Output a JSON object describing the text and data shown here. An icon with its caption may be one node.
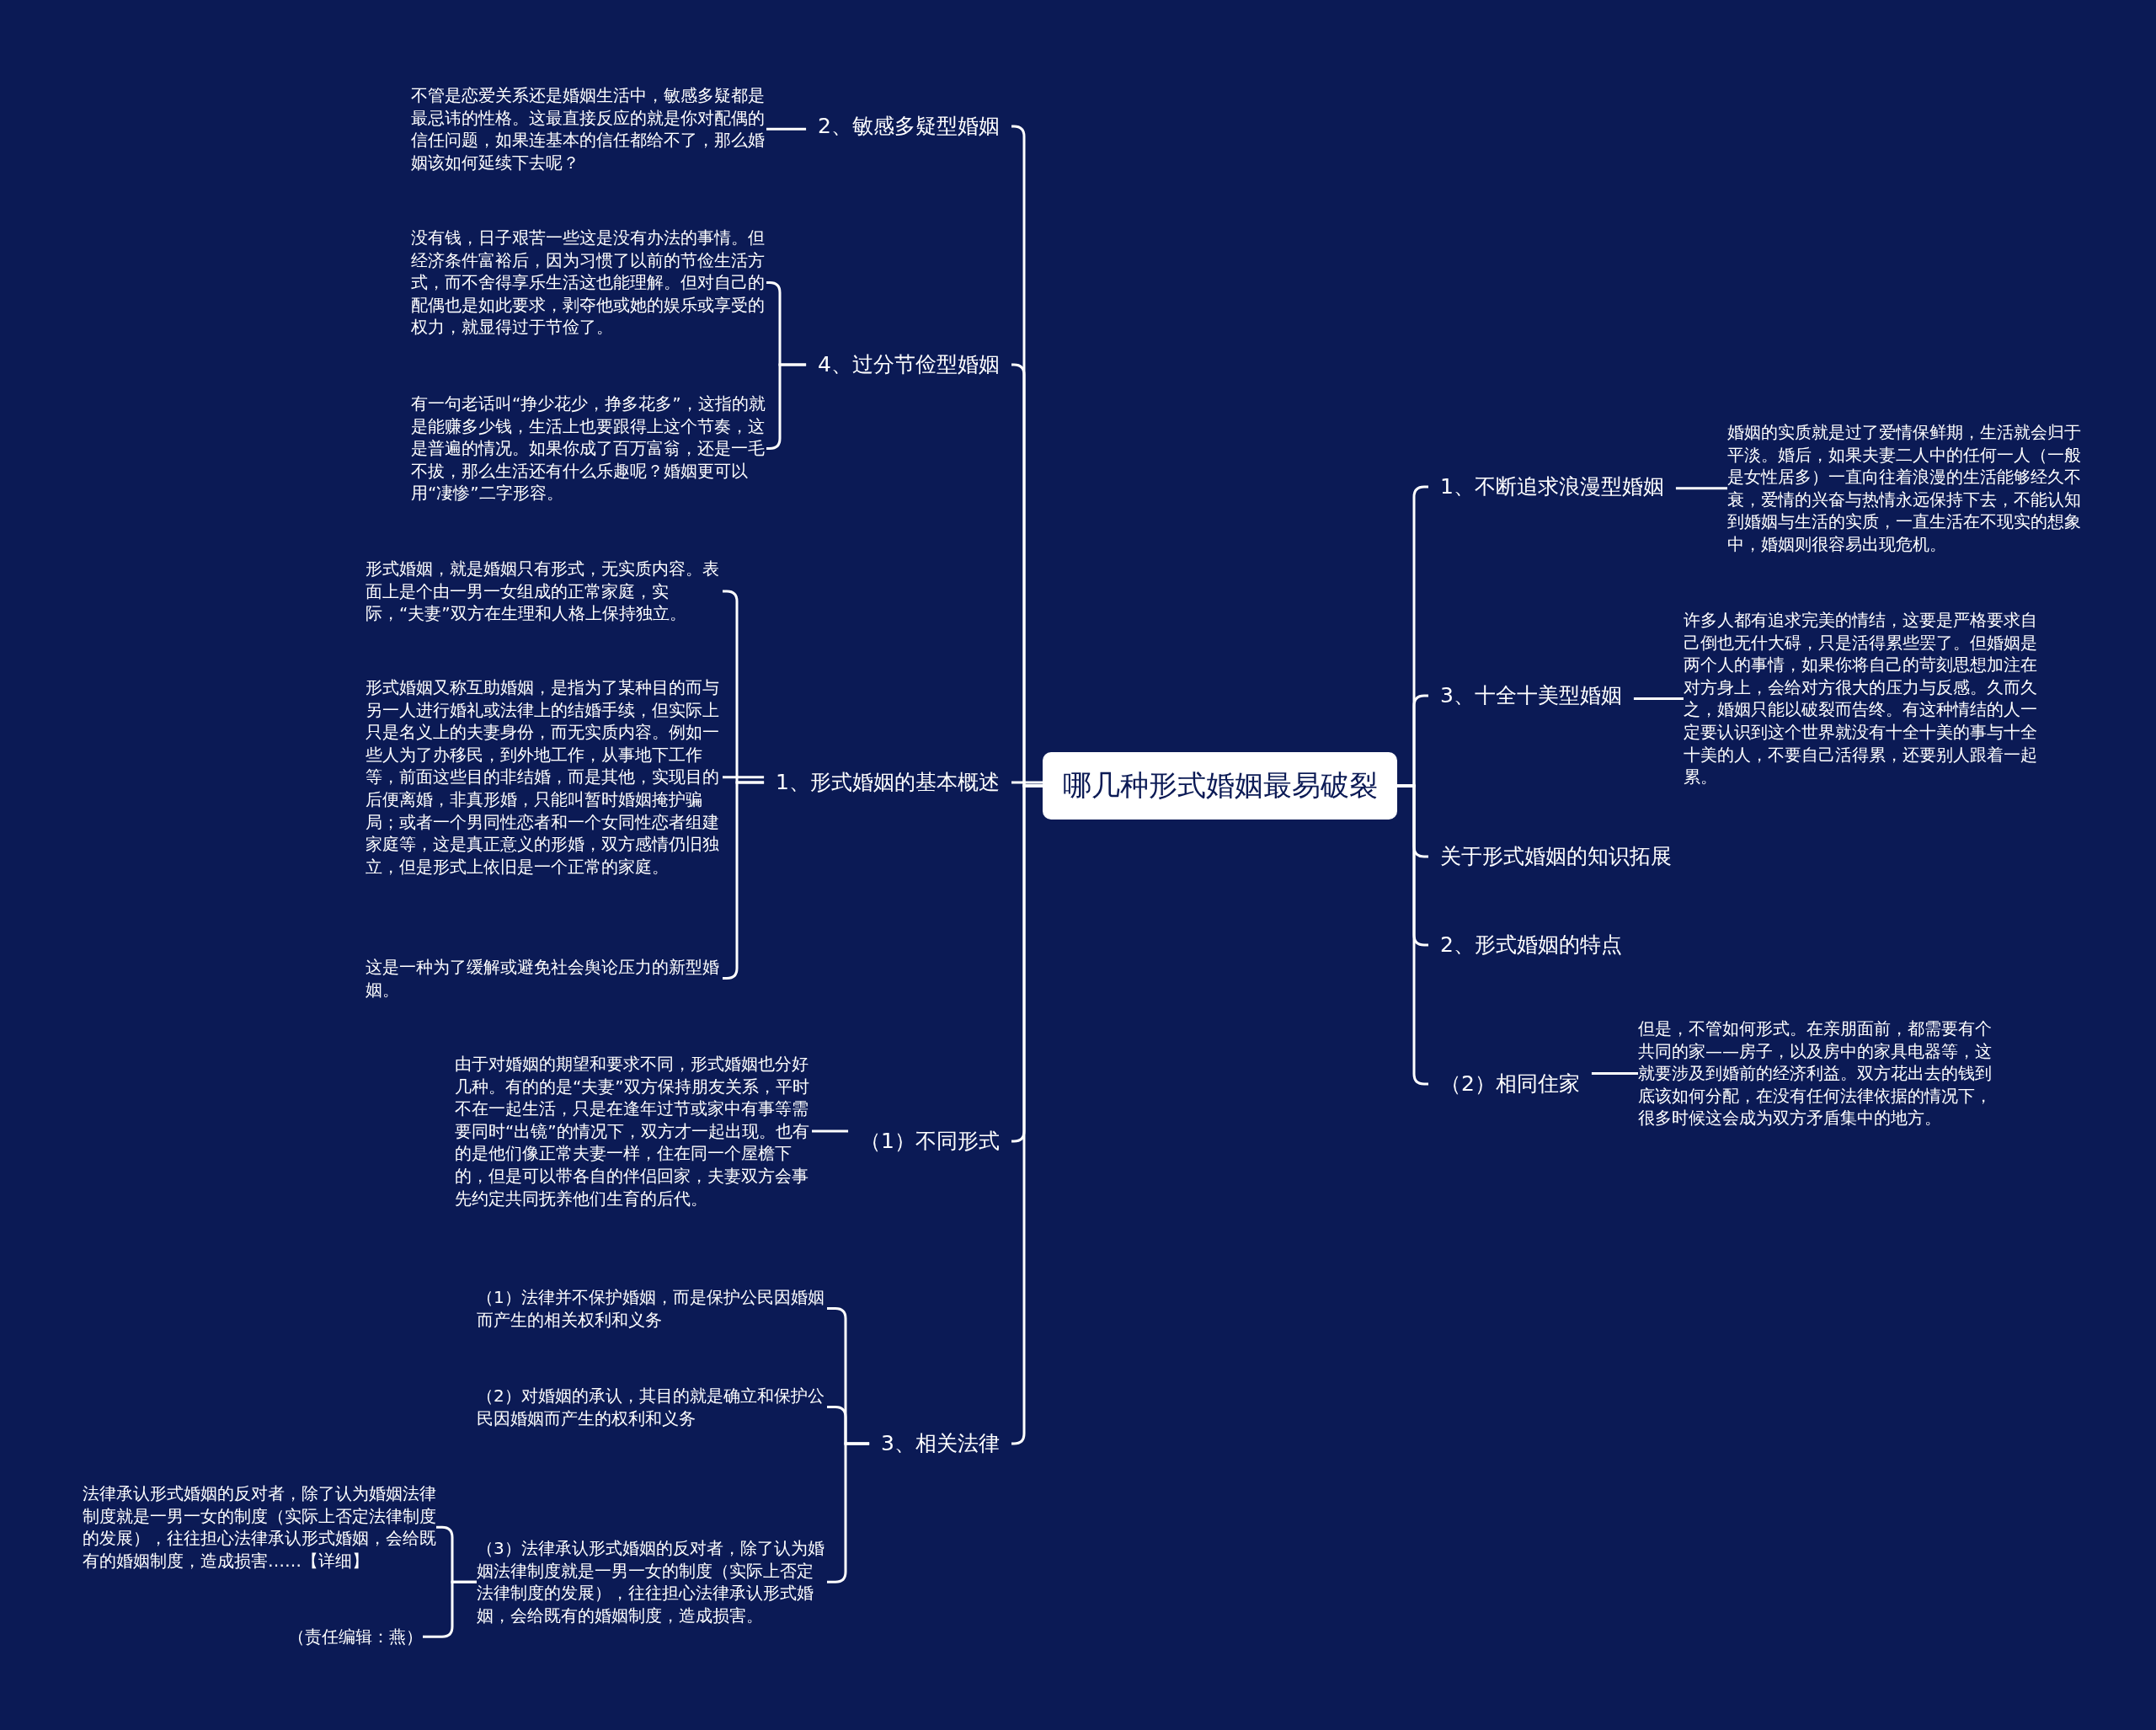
{
  "diagram": {
    "nodes": [
      {
        "text": [
          "哪几种形式婚姻最易破裂"
        ]
      },
      {
        "text": [
          "2、敏感多疑型婚姻"
        ]
      },
      {
        "text": [
          "不管是恋爱关系还是婚姻生活中，敏感多疑都是最忌讳的性格。这最直接反应的就是你对配偶的信任问题，如果连基本的信任都给不了，那么婚姻该如何延续下去呢？"
        ]
      },
      {
        "text": [
          "4、过分节俭型婚姻"
        ]
      },
      {
        "text": [
          "没有钱，日子艰苦一些这是没有办法的事情。但经济条件富裕后，因为习惯了以前的节俭生活方式，而不舍得享乐生活这也能理解。但对自己的配偶也是如此要求，剥夺他或她的娱乐或享受的权力，就显得过于节俭了。"
        ]
      },
      {
        "text": [
          "有一句老话叫“挣少花少，挣多花多”，这指的就是能赚多少钱，生活上也要跟得上这个节奏，这是普遍的情况。如果你成了百万富翁，还是一毛不拔，那么生活还有什么乐趣呢？婚姻更可以用“凄惨”二字形容。"
        ]
      },
      {
        "text": [
          "1、形式婚姻的基本概述"
        ]
      },
      {
        "text": [
          "形式婚姻，就是婚姻只有形式，无实质内容。表面上是个由一男一女组成的正常家庭，实际，“夫妻”双方在生理和人格上保持独立。"
        ]
      },
      {
        "text": [
          "形式婚姻又称互助婚姻，是指为了某种目的而与另一人进行婚礼或法律上的结婚手续，但实际上只是名义上的夫妻身份，而无实质内容。例如一些人为了办移民，到外地工作，从事地下工作等，前面这些目的非结婚，而是其他，实现目的后便离婚，非真形婚，只能叫暂时婚姻掩护骗局；或者一个男同性恋者和一个女同性恋者组建家庭等，这是真正意义的形婚，双方感情仍旧独立，但是形式上依旧是一个正常的家庭。"
        ]
      },
      {
        "text": [
          "这是一种为了缓解或避免社会舆论压力的新型婚姻。"
        ]
      },
      {
        "text": [
          "（1）不同形式"
        ]
      },
      {
        "text": [
          "由于对婚姻的期望和要求不同，形式婚姻也分好几种。有的的是“夫妻”双方保持朋友关系，平时不在一起生活，只是在逢年过节或家中有事等需要同时“出镜”的情况下，双方才一起出现。也有的是他们像正常夫妻一样，住在同一个屋檐下的，但是可以带各自的伴侣回家，夫妻双方会事先约定共同抚养他们生育的后代。"
        ]
      },
      {
        "text": [
          "3、相关法律"
        ]
      },
      {
        "text": [
          "（1）法律并不保护婚姻，而是保护公民因婚姻而产生的相关权利和义务"
        ]
      },
      {
        "text": [
          "（2）对婚姻的承认，其目的就是确立和保护公民因婚姻而产生的权利和义务"
        ]
      },
      {
        "text": [
          "（3）法律承认形式婚姻的反对者，除了认为婚姻法律制度就是一男一女的制度（实际上否定法律制度的发展），往往担心法律承认形式婚姻，会给既有的婚姻制度，造成损害。"
        ]
      },
      {
        "text": [
          "法律承认形式婚姻的反对者，除了认为婚姻法律制度就是一男一女的制度（实际上否定法律制度的发展），往往担心法律承认形式婚姻，会给既有的婚姻制度，造成损害……【详细】"
        ]
      },
      {
        "text": [
          "（责任编辑：燕）"
        ]
      },
      {
        "text": [
          "1、不断追求浪漫型婚姻"
        ]
      },
      {
        "text": [
          "婚姻的实质就是过了爱情保鲜期，生活就会归于平淡。婚后，如果夫妻二人中的任何一人（一般是女性居多）一直向往着浪漫的生活能够经久不衰，爱情的兴奋与热情永远保持下去，不能认知到婚姻与生活的实质，一直生活在不现实的想象中，婚姻则很容易出现危机。"
        ]
      },
      {
        "text": [
          "3、十全十美型婚姻"
        ]
      },
      {
        "text": [
          "许多人都有追求完美的情结，这要是严格要求自己倒也无什大碍，只是活得累些罢了。但婚姻是两个人的事情，如果你将自己的苛刻思想加注在对方身上，会给对方很大的压力与反感。久而久之，婚姻只能以破裂而告终。有这种情结的人一定要认识到这个世界就没有十全十美的事与十全十美的人，不要自己活得累，还要别人跟着一起累。"
        ]
      },
      {
        "text": [
          "关于形式婚姻的知识拓展"
        ]
      },
      {
        "text": [
          "2、形式婚姻的特点"
        ]
      },
      {
        "text": [
          "（2）相同住家"
        ]
      },
      {
        "text": [
          "但是，不管如何形式。在亲朋面前，都需要有个共同的家——房子，以及房中的家具电器等，这就要涉及到婚前的经济利益。双方花出去的钱到底该如何分配，在没有任何法律依据的情况下，很多时候这会成为双方矛盾集中的地方。"
        ]
      }
    ],
    "edges": [
      {
        "from": 0,
        "to": 1,
        "arrow": "none"
      },
      {
        "from": 0,
        "to": 3,
        "arrow": "none"
      },
      {
        "from": 0,
        "to": 6,
        "arrow": "none"
      },
      {
        "from": 0,
        "to": 10,
        "arrow": "none"
      },
      {
        "from": 0,
        "to": 12,
        "arrow": "none"
      },
      {
        "from": 1,
        "to": 2,
        "arrow": "none"
      },
      {
        "from": 3,
        "to": 4,
        "arrow": "none"
      },
      {
        "from": 3,
        "to": 5,
        "arrow": "none"
      },
      {
        "from": 6,
        "to": 7,
        "arrow": "none"
      },
      {
        "from": 6,
        "to": 8,
        "arrow": "none"
      },
      {
        "from": 6,
        "to": 9,
        "arrow": "none"
      },
      {
        "from": 10,
        "to": 11,
        "arrow": "none"
      },
      {
        "from": 12,
        "to": 13,
        "arrow": "none"
      },
      {
        "from": 12,
        "to": 14,
        "arrow": "none"
      },
      {
        "from": 12,
        "to": 15,
        "arrow": "none"
      },
      {
        "from": 15,
        "to": 16,
        "arrow": "none"
      },
      {
        "from": 15,
        "to": 17,
        "arrow": "none"
      },
      {
        "from": 0,
        "to": 18,
        "arrow": "none"
      },
      {
        "from": 0,
        "to": 20,
        "arrow": "none"
      },
      {
        "from": 0,
        "to": 22,
        "arrow": "none"
      },
      {
        "from": 0,
        "to": 23,
        "arrow": "none"
      },
      {
        "from": 0,
        "to": 24,
        "arrow": "none"
      },
      {
        "from": 18,
        "to": 19,
        "arrow": "none"
      },
      {
        "from": 20,
        "to": 21,
        "arrow": "none"
      },
      {
        "from": 24,
        "to": 25,
        "arrow": "none"
      }
    ]
  }
}
